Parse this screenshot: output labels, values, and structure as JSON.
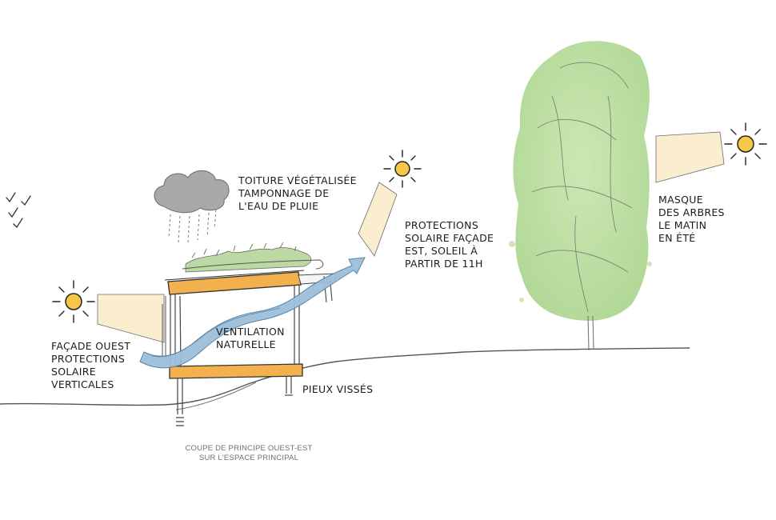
{
  "labels": {
    "roof": [
      "TOITURE VÉGÉTALISÉE",
      "TAMPONNAGE DE",
      "L'EAU DE PLUIE"
    ],
    "east_protection": [
      "PROTECTIONS",
      "SOLAIRE FAÇADE",
      "EST, SOLEIL À",
      "PARTIR DE 11H"
    ],
    "tree_mask": [
      "MASQUE",
      "DES ARBRES",
      "LE MATIN",
      "EN ÉTÉ"
    ],
    "ventilation": [
      "VENTILATION",
      "NATURELLE"
    ],
    "west_facade": [
      "FAÇADE OUEST",
      "PROTECTIONS",
      "SOLAIRE",
      "VERTICALES"
    ],
    "piles": "PIEUX VISSÉS"
  },
  "caption": [
    "COUPE DE PRINCIPE OUEST-EST",
    "SUR L'ESPACE PRINCIPAL"
  ],
  "icons": {
    "sun": "sun-icon",
    "cloud": "rain-cloud-icon",
    "tree": "tree-icon",
    "checkmarks": "checkmark-icon",
    "airflow": "airflow-arrow-icon"
  },
  "colors": {
    "sun": "#f6c84a",
    "sun_ray": "#222222",
    "sunlight_beam": "#fbeed0",
    "floor_slab": "#f3b14e",
    "tree_foliage": "#b9dc9c",
    "airflow": "#9dbfd9",
    "cloud": "#a9a9a9",
    "green_roof": "#bcd9a3",
    "ground_line": "#555555"
  }
}
